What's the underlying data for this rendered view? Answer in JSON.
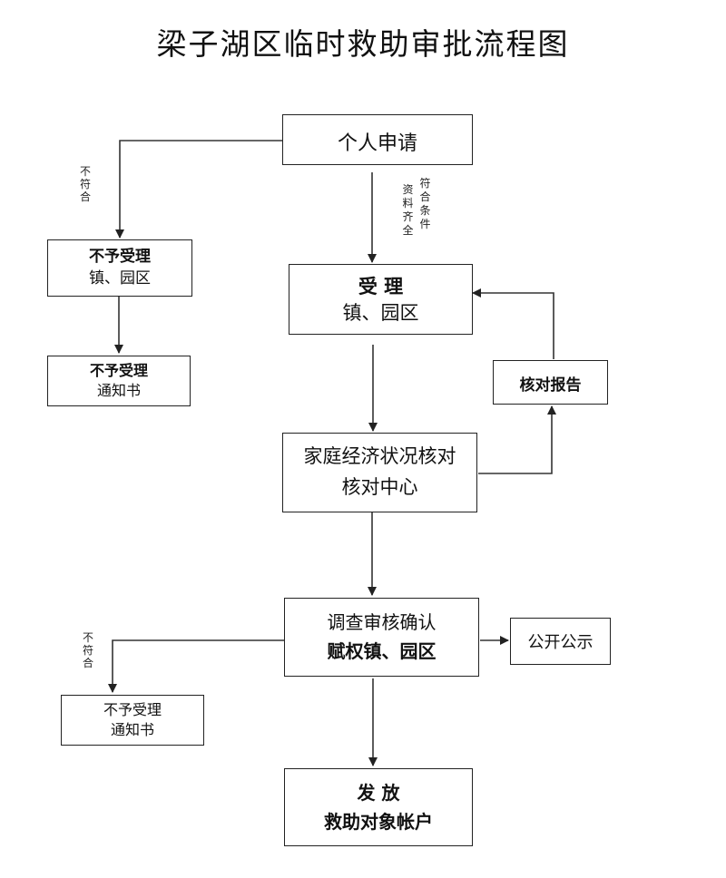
{
  "title": "梁子湖区临时救助审批流程图",
  "nodes": {
    "apply": {
      "line1": "个人申请"
    },
    "accept": {
      "line1": "受 理",
      "line2": "镇、园区"
    },
    "verify_center": {
      "line1": "家庭经济状况核对",
      "line2": "核对中心"
    },
    "report": {
      "line1": "核对报告"
    },
    "investigate": {
      "line1": "调查审核确认",
      "line2": "赋权镇、园区"
    },
    "publicity": {
      "line1": "公开公示"
    },
    "grant": {
      "line1": "发 放",
      "line2": "救助对象帐户"
    },
    "reject_top": {
      "line1": "不予受理",
      "line2": "镇、园区"
    },
    "notice_top": {
      "line1": "不予受理",
      "line2": "通知书"
    },
    "notice_bottom": {
      "line1": "不予受理",
      "line2": "通知书"
    }
  },
  "edge_labels": {
    "not_match_top": "不符合",
    "not_match_bottom": "不符合",
    "condition_col1": "符合条件",
    "condition_col2": "资料齐全"
  }
}
